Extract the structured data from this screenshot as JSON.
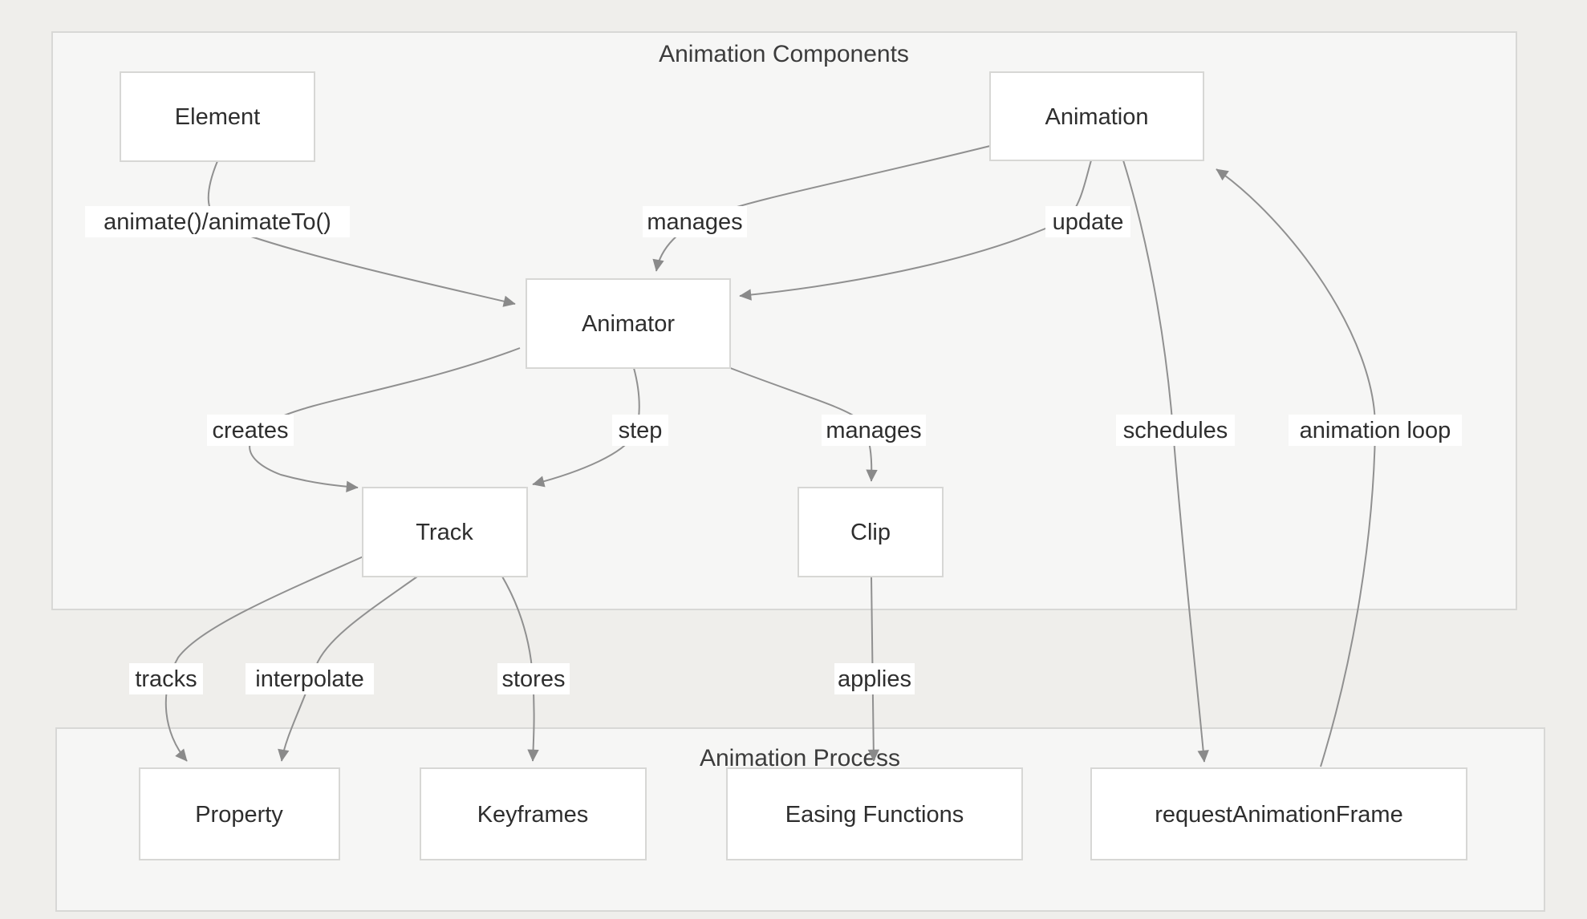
{
  "diagram": {
    "type": "flowchart",
    "titles": {
      "components": "Animation Components",
      "process": "Animation Process"
    },
    "nodes": {
      "element": "Element",
      "animation": "Animation",
      "animator": "Animator",
      "track": "Track",
      "clip": "Clip",
      "property": "Property",
      "keyframes": "Keyframes",
      "easing": "Easing Functions",
      "raf": "requestAnimationFrame"
    },
    "edges": [
      {
        "from": "Element",
        "to": "Animator",
        "label": "animate()/animateTo()"
      },
      {
        "from": "Animation",
        "to": "Animator",
        "label": "manages"
      },
      {
        "from": "Animation",
        "to": "Animator",
        "label": "update"
      },
      {
        "from": "Animator",
        "to": "Track",
        "label": "creates"
      },
      {
        "from": "Animator",
        "to": "Track",
        "label": "step"
      },
      {
        "from": "Animator",
        "to": "Clip",
        "label": "manages"
      },
      {
        "from": "Animation",
        "to": "requestAnimationFrame",
        "label": "schedules"
      },
      {
        "from": "requestAnimationFrame",
        "to": "Animation",
        "label": "animation loop"
      },
      {
        "from": "Track",
        "to": "Property",
        "label": "tracks"
      },
      {
        "from": "Track",
        "to": "Property",
        "label": "interpolate"
      },
      {
        "from": "Track",
        "to": "Keyframes",
        "label": "stores"
      },
      {
        "from": "Clip",
        "to": "Easing Functions",
        "label": "applies"
      }
    ],
    "groups": {
      "components_members": [
        "Element",
        "Animation",
        "Animator",
        "Track",
        "Clip"
      ],
      "process_members": [
        "Property",
        "Keyframes",
        "Easing Functions",
        "requestAnimationFrame"
      ]
    },
    "colors": {
      "page_background": "#efeeeb",
      "container_fill": "#f6f6f5",
      "container_border": "#d8d8d6",
      "node_fill": "#ffffff",
      "node_border": "#d7d7d5",
      "edge_stroke": "#909090",
      "arrowhead": "#8a8a8a",
      "text": "#2e2e2e"
    }
  }
}
